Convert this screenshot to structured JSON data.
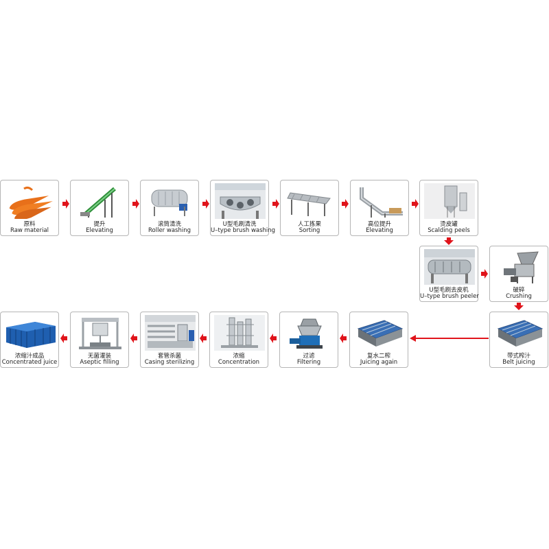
{
  "steps": [
    {
      "cn": "原料",
      "en": "Raw material",
      "icon": "carrots-icon"
    },
    {
      "cn": "提升",
      "en": "Elevating",
      "icon": "incline-conveyor-icon"
    },
    {
      "cn": "滚筒清洗",
      "en": "Roller washing",
      "icon": "drum-washer-icon"
    },
    {
      "cn": "U型毛刷清洗",
      "en": "U–type brush washing",
      "icon": "brush-washer-icon"
    },
    {
      "cn": "人工拣果",
      "en": "Sorting",
      "icon": "sorting-table-icon"
    },
    {
      "cn": "高位提升",
      "en": "Elevating",
      "icon": "high-elevator-icon"
    },
    {
      "cn": "烫皮罐",
      "en": "Scalding peels",
      "icon": "scalding-tank-icon"
    },
    {
      "cn": "U型毛刷去皮机",
      "en": "U–type brush peeler",
      "icon": "brush-peeler-icon"
    },
    {
      "cn": "破碎",
      "en": "Crushing",
      "icon": "crusher-icon"
    },
    {
      "cn": "带式榨汁",
      "en": "Belt juicing",
      "icon": "belt-press-icon"
    },
    {
      "cn": "复水二榨",
      "en": "Juicing again",
      "icon": "belt-press-icon"
    },
    {
      "cn": "过滤",
      "en": "Filtering",
      "icon": "separator-icon"
    },
    {
      "cn": "浓缩",
      "en": "Concentration",
      "icon": "evaporator-icon"
    },
    {
      "cn": "套管杀菌",
      "en": "Casing sterilizing",
      "icon": "tube-sterilizer-icon"
    },
    {
      "cn": "无菌灌装",
      "en": "Aseptic filling",
      "icon": "aseptic-filler-icon"
    },
    {
      "cn": "浓缩汁成品",
      "en": "Concentrated juice",
      "icon": "drums-icon"
    }
  ],
  "colors": {
    "arrow": "#e0141b",
    "border": "#b5b5b5"
  }
}
